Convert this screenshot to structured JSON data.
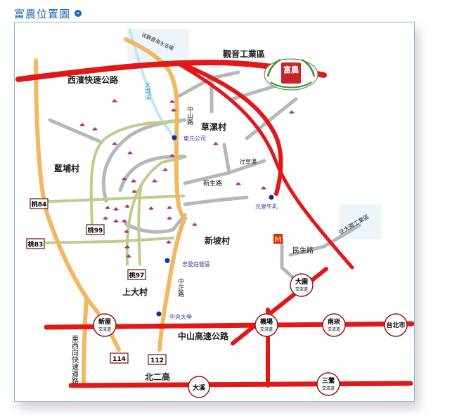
{
  "page": {
    "title": "富農位置圖",
    "title_icon": "arrow-circle-icon"
  },
  "colors": {
    "expressway": "#e01818",
    "county_road": "#f0b860",
    "local_road": "#b4b8bd",
    "green_road": "#c0cc8e",
    "creek": "#bfe6f5",
    "label_blue": "#3a3a9a",
    "title_blue": "#1f66b8"
  },
  "labels": {
    "guanyin_industrial": "觀音工業區",
    "xibin_expressway": "西濱快速公路",
    "dakuxi": "大堀溪",
    "to_guanyin_coast": "往觀音海水浴場",
    "zhongshan_road_north": "中山路",
    "caolu_village": "草漯村",
    "dongyuan_company": "東元公司",
    "to_caota": "往草漯",
    "xinsheng_road": "新生路",
    "guangquan_milk": "光泉牛乳",
    "lanpu_village": "藍埔村",
    "xinpo_village": "新坡村",
    "to_dayuan_industrial": "往大園工業區",
    "minsheng_road": "民生路",
    "zhongai_barracks": "忠愛莊營區",
    "shangda_village": "上大村",
    "zhongzheng_road": "中正路",
    "central_university": "中央大學",
    "zhongshan_highway": "中山高速公路",
    "east_west_expressway": "東西向快速道路",
    "beierigao": "北二高"
  },
  "route_shields": {
    "r84": "桃84",
    "r83": "桃83",
    "r99": "桃99",
    "r97": "桃97",
    "r114": "114",
    "r112": "112"
  },
  "interchanges": {
    "xinwu": {
      "name": "新屋",
      "type": "交流道"
    },
    "jichang": {
      "name": "機場",
      "type": "交流道"
    },
    "nankan": {
      "name": "南崁",
      "type": "交流道"
    },
    "taipei": {
      "name": "台北市",
      "type": ""
    },
    "dayuan": {
      "name": "大園",
      "type": "交流道"
    },
    "daxi": {
      "name": "大溪",
      "type": ""
    },
    "sanying": {
      "name": "三鶯",
      "type": "交流道"
    }
  },
  "logo": {
    "text": "富農"
  }
}
